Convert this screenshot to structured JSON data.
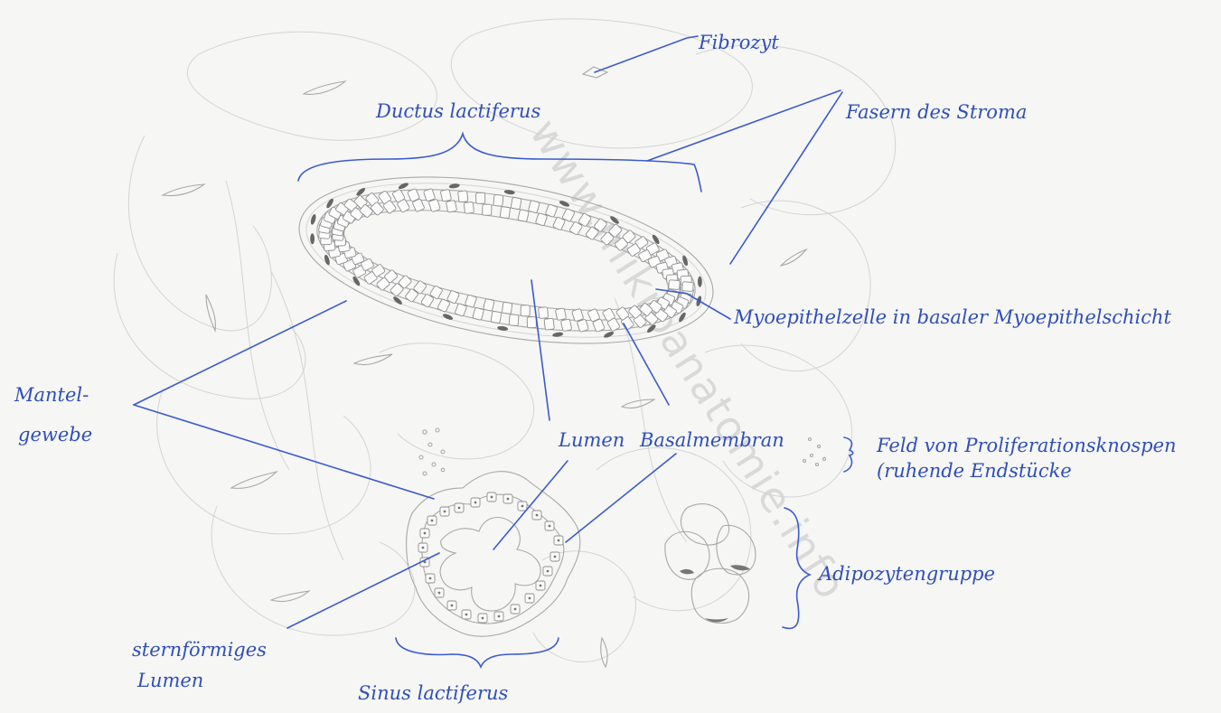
{
  "labels": {
    "fibrozyt": "Fibrozyt",
    "fasern_stroma": "Fasern des Stroma",
    "ductus": "Ductus lactiferus",
    "myoepithel": "Myoepithelzelle in basaler Myoepithelschicht",
    "mantel_line1": "Mantel-",
    "mantel_line2": "gewebe",
    "lumen": "Lumen",
    "basalmembran": "Basalmembran",
    "feld_line1": "Feld von Proliferationsknospen",
    "feld_line2": "(ruhende Endstücke",
    "adipo": "Adipozytengruppe",
    "stern_line1": "sternförmiges",
    "stern_line2": "Lumen",
    "sinus": "Sinus lactiferus"
  },
  "watermark": "www.mikroanatomie.info",
  "colors": {
    "ink": "#3a5bd0",
    "pencil": "#a8a8a8",
    "paper": "#f6f6f4"
  }
}
